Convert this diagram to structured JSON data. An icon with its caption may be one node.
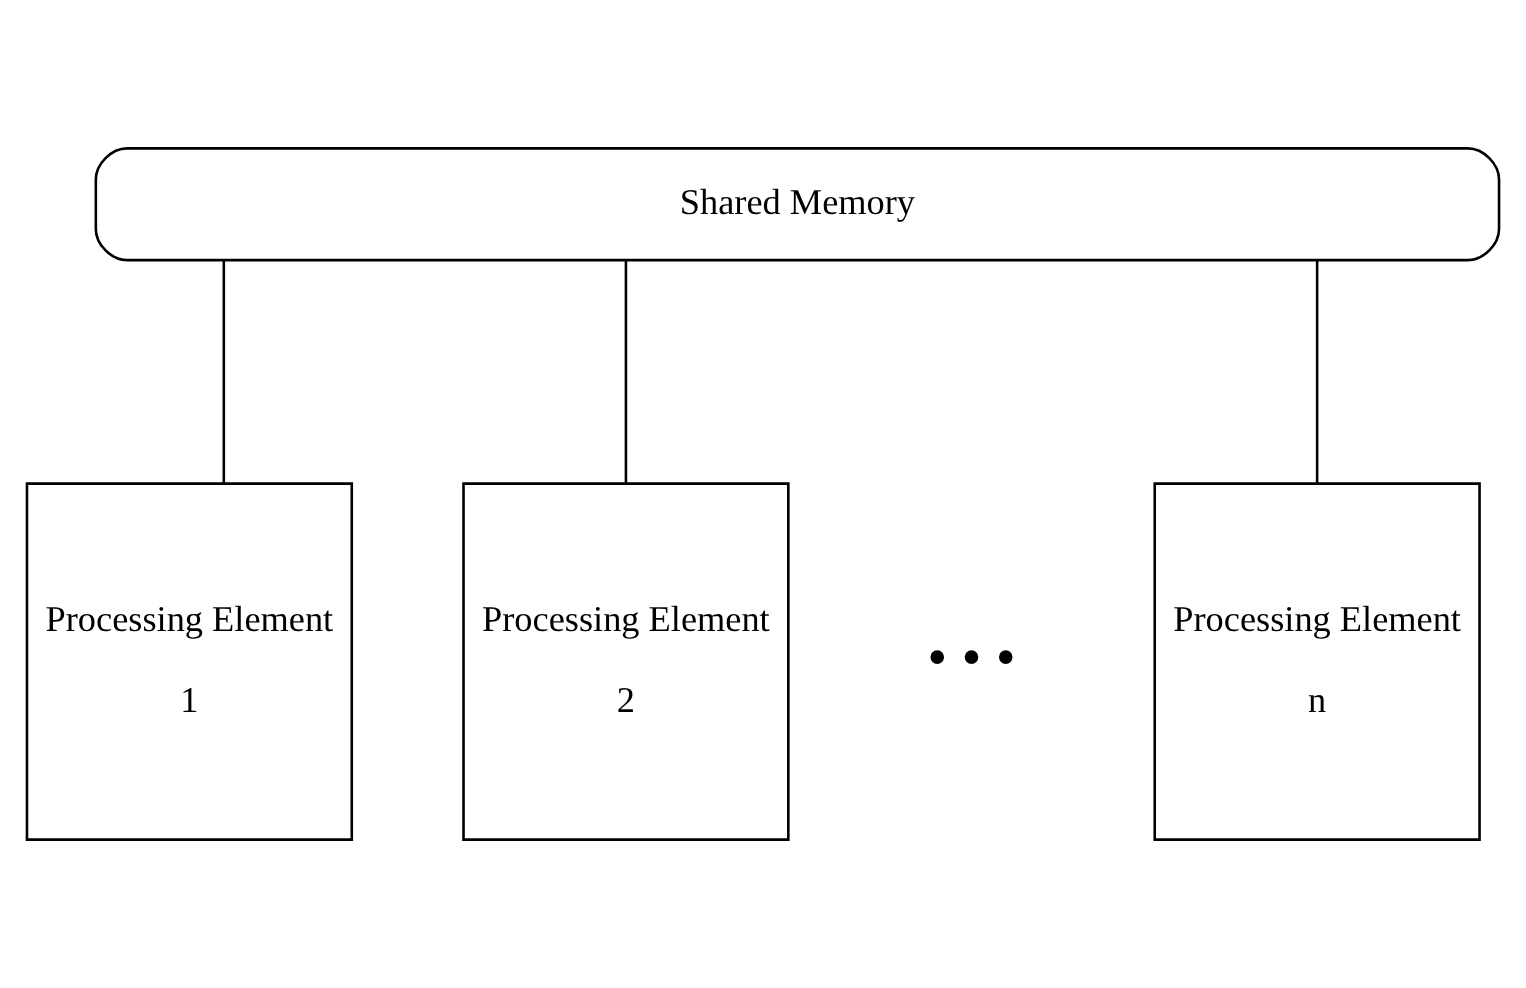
{
  "diagram": {
    "nodes": [
      {
        "text": [
          "Shared Memory"
        ]
      },
      {
        "text": [
          "Processing Element",
          "1"
        ]
      },
      {
        "text": [
          "Processing Element",
          "2"
        ]
      },
      {
        "text": [
          "Processing Element",
          "n"
        ]
      }
    ],
    "edges": [
      {
        "from": 0,
        "to": 1,
        "arrow": "none"
      },
      {
        "from": 0,
        "to": 2,
        "arrow": "none"
      },
      {
        "from": 0,
        "to": 3,
        "arrow": "none"
      }
    ],
    "labels": [
      "• • •"
    ]
  }
}
